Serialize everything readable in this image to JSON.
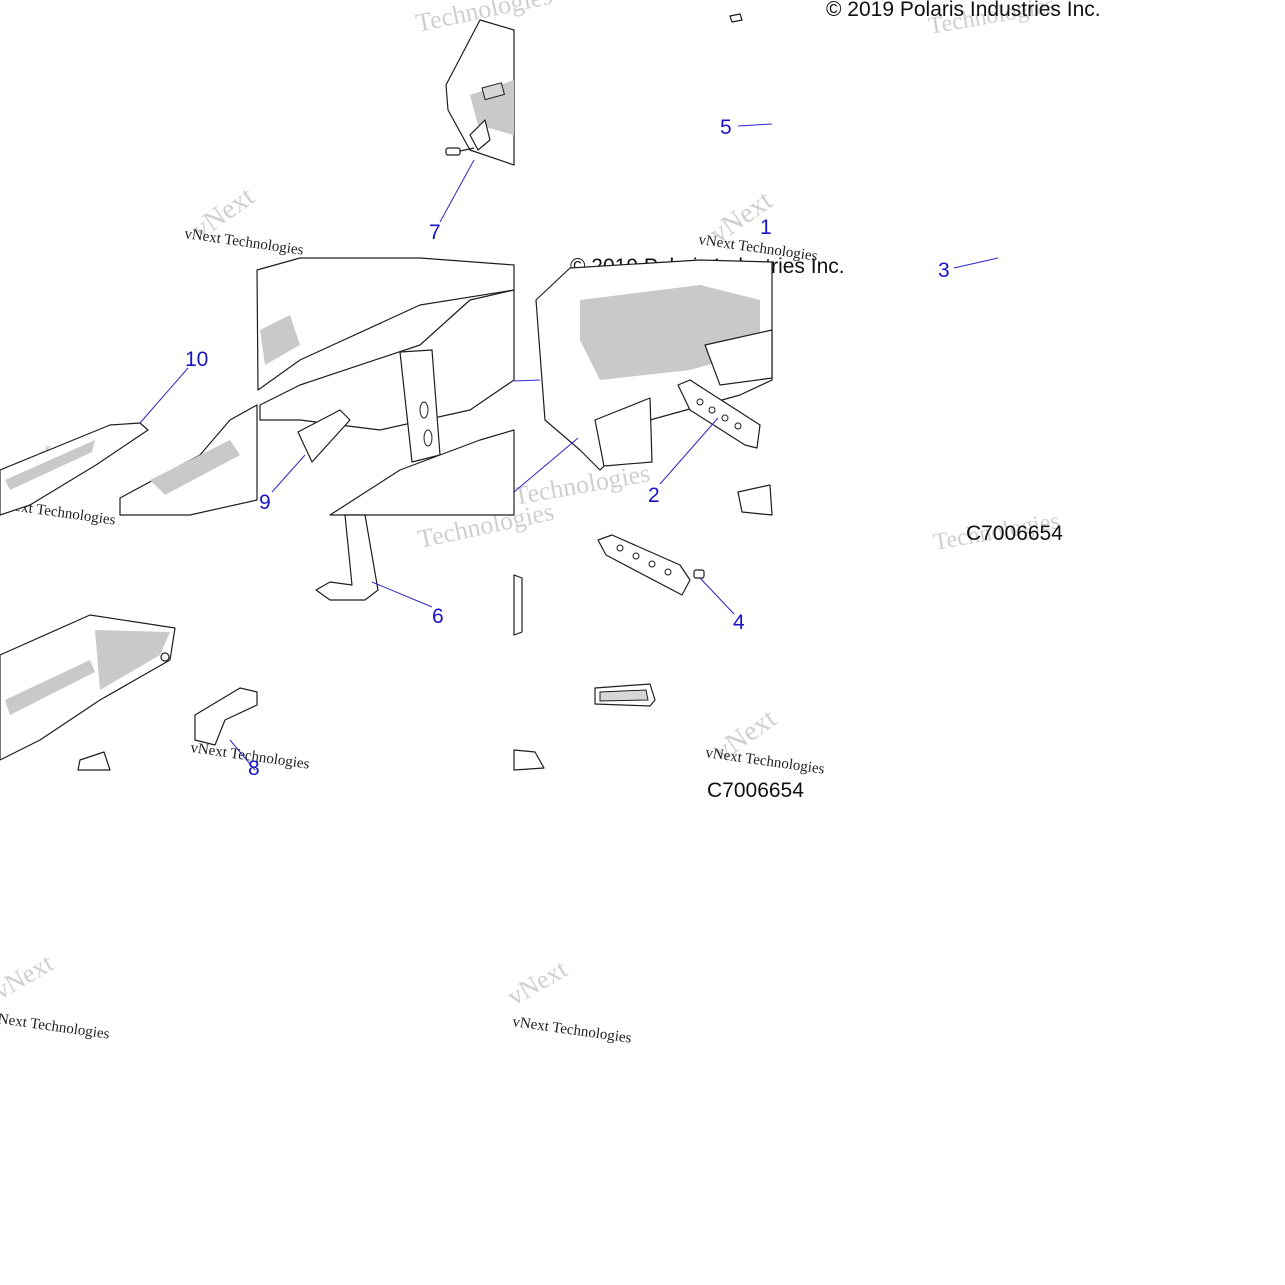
{
  "copyright": "© 2019 Polaris Industries Inc.",
  "diagram_code": "C7006654",
  "watermark": {
    "brand": "vNext",
    "word": "Technologies",
    "full": "vNext Technologies"
  },
  "callouts": [
    {
      "id": "1",
      "label": "1"
    },
    {
      "id": "2",
      "label": "2"
    },
    {
      "id": "3",
      "label": "3"
    },
    {
      "id": "4",
      "label": "4"
    },
    {
      "id": "5",
      "label": "5"
    },
    {
      "id": "6",
      "label": "6"
    },
    {
      "id": "7",
      "label": "7"
    },
    {
      "id": "8",
      "label": "8"
    },
    {
      "id": "9",
      "label": "9"
    },
    {
      "id": "10",
      "label": "10"
    }
  ],
  "colors": {
    "callout": "#1a14c8",
    "linework": "#1e1e1e",
    "shading": "#c9c9c9",
    "watermark": "#cfcfcf"
  }
}
